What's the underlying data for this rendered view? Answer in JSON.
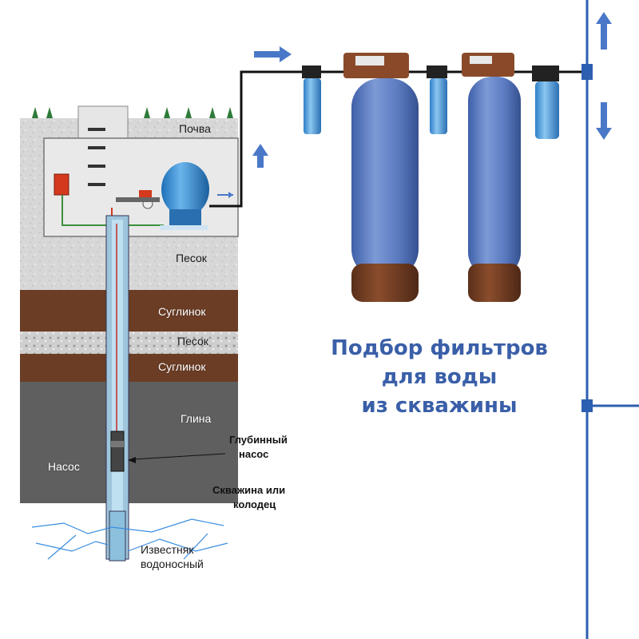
{
  "title_lines": [
    "Подбор фильтров",
    "для воды",
    "из скважины"
  ],
  "layers": {
    "soil": "Почва",
    "sand": "Песок",
    "loam1": "Суглинок",
    "sand2": "Песок",
    "loam2": "Суглинок",
    "clay": "Глина",
    "pump_layer": "Насос",
    "limestone_line1": "Известняк",
    "limestone_line2": "водоносный"
  },
  "callouts": {
    "deep_pump_line1": "Глубинный",
    "deep_pump_line2": "насос",
    "well_line1": "Скважина или",
    "well_line2": "колодец"
  },
  "colors": {
    "headline": "#3a5fa8",
    "tank": "#5d7fc2",
    "tank_base": "#6b3a22",
    "pipe": "#2c5fb0",
    "soil_light": "#d9d9d9",
    "loam": "#6b3d24",
    "clay": "#5f5f5f",
    "arrow": "#4a78c8"
  },
  "icons": [
    "arrow-right-icon",
    "arrow-up-icon",
    "arrow-down-icon",
    "grass-icon"
  ]
}
